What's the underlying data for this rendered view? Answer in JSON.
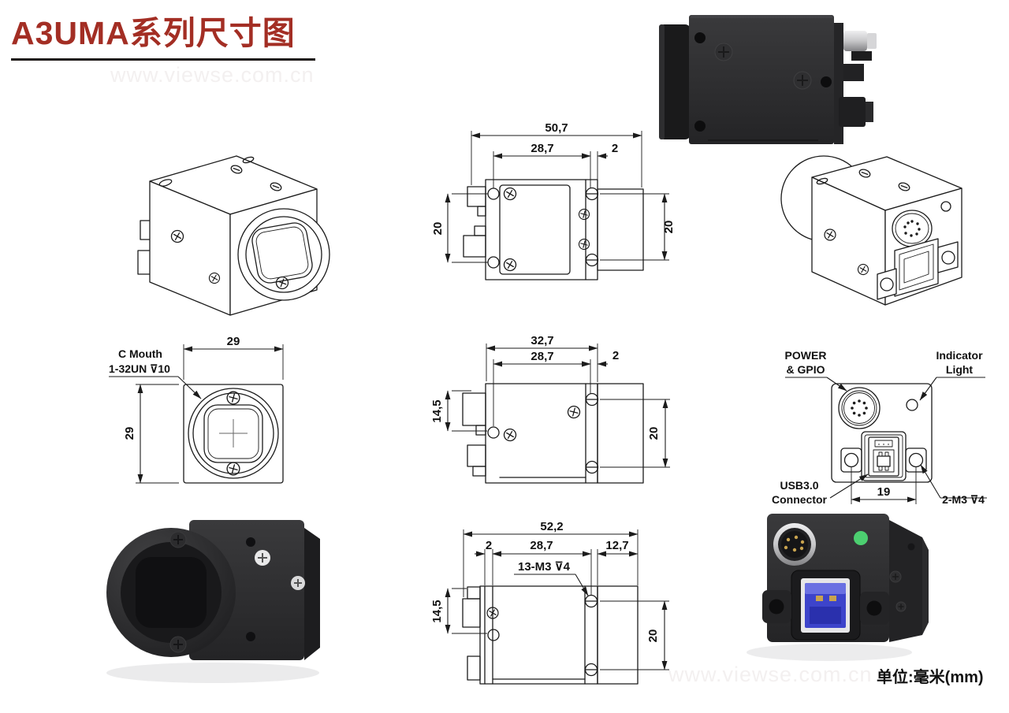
{
  "page": {
    "title": "A3UMA系列尺寸图",
    "watermark_top": "www.viewse.com.cn",
    "watermark_bottom": "www.viewse.com.cn",
    "unit_note": "单位:毫米(mm)"
  },
  "colors": {
    "title_red": "#a32e24",
    "drawing_line": "#1b1b1b",
    "led_green": "#4ccf70",
    "usb_blue": "#3d44cb"
  },
  "top_view": {
    "dim_total_width": "50,7",
    "dim_hole_spacing": "28,7",
    "dim_offset": "2",
    "dim_left_height": "20",
    "dim_right_height": "20"
  },
  "front_view": {
    "mount_label_1": "C Mouth",
    "mount_label_2": "1-32UN ⊽10",
    "dim_width": "29",
    "dim_height": "29"
  },
  "side_view": {
    "dim_total_width": "32,7",
    "dim_hole_spacing": "28,7",
    "dim_offset": "2",
    "dim_left_height": "14,5",
    "dim_right_height": "20"
  },
  "rear_view": {
    "label_power_1": "POWER",
    "label_power_2": "& GPIO",
    "label_indicator_1": "Indicator",
    "label_indicator_2": "Light",
    "label_usb_1": "USB3.0",
    "label_usb_2": "Connector",
    "label_screw": "2-M3 ⊽4",
    "dim_hole_spacing": "19"
  },
  "bottom_view": {
    "dim_total_width": "52,2",
    "dim_offset": "2",
    "dim_hole_spacing": "28,7",
    "dim_rear_width": "12,7",
    "dim_left_height": "14,5",
    "dim_right_height": "20",
    "label_thread": "13-M3 ⊽4"
  }
}
